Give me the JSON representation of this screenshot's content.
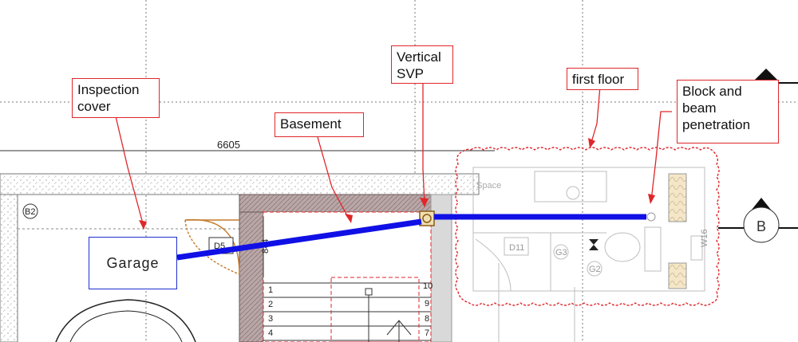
{
  "callouts": {
    "inspection_cover": "Inspection\ncover",
    "basement": "Basement",
    "vertical_svp": "Vertical\nSVP",
    "first_floor": "first floor",
    "block_beam": "Block and\nbeam\npenetration"
  },
  "garage_label": "Garage",
  "dimension": "6605",
  "grid_ref": "B2",
  "door_tag": "D5",
  "room_tag_d11": "D11",
  "room_tag_g3": "G3",
  "room_tag_g2": "G2",
  "wc_tag": "W16",
  "small_dim": "844",
  "space_label": "Space",
  "section_marker": "B",
  "stair_numbers_left": [
    "1",
    "2",
    "3",
    "4"
  ],
  "stair_numbers_right": [
    "10",
    "9",
    "8",
    "7"
  ],
  "colors": {
    "callout_border": "#e0262a",
    "pipe": "#1010e6",
    "garage_border": "#1f2fd0",
    "revision_cloud": "#e0262a"
  }
}
